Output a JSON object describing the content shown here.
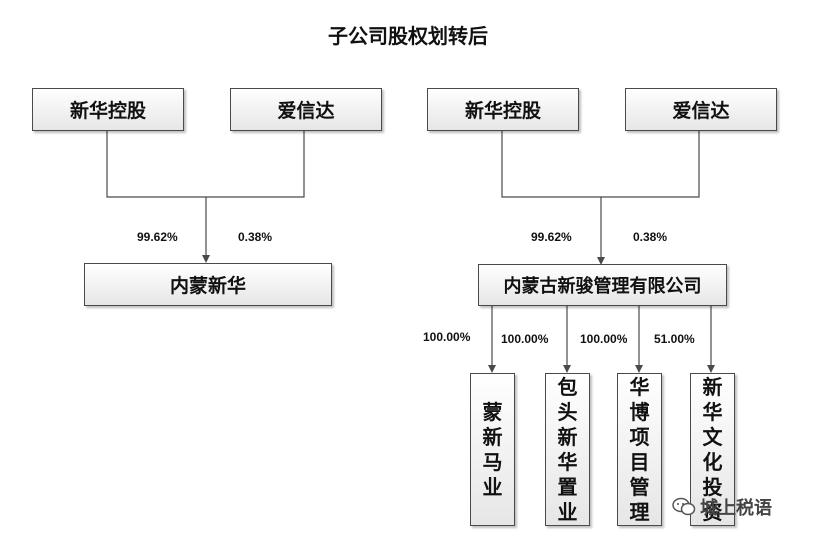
{
  "title": "子公司股权划转后",
  "left": {
    "parent1": "新华控股",
    "parent2": "爱信达",
    "pct1": "99.62%",
    "pct2": "0.38%",
    "child": "内蒙新华"
  },
  "right": {
    "parent1": "新华控股",
    "parent2": "爱信达",
    "pct1": "99.62%",
    "pct2": "0.38%",
    "holding": "内蒙古新骏管理有限公司",
    "subs": [
      {
        "pct": "100.00%",
        "name": "蒙新马业"
      },
      {
        "pct": "100.00%",
        "name": "包头新华置业"
      },
      {
        "pct": "100.00%",
        "name": "华博项目管理"
      },
      {
        "pct": "51.00%",
        "name": "新华文化投资"
      }
    ]
  },
  "watermark": "城上税语",
  "colors": {
    "line": "#4a4a4a",
    "box_fill": "#eeeeee"
  }
}
